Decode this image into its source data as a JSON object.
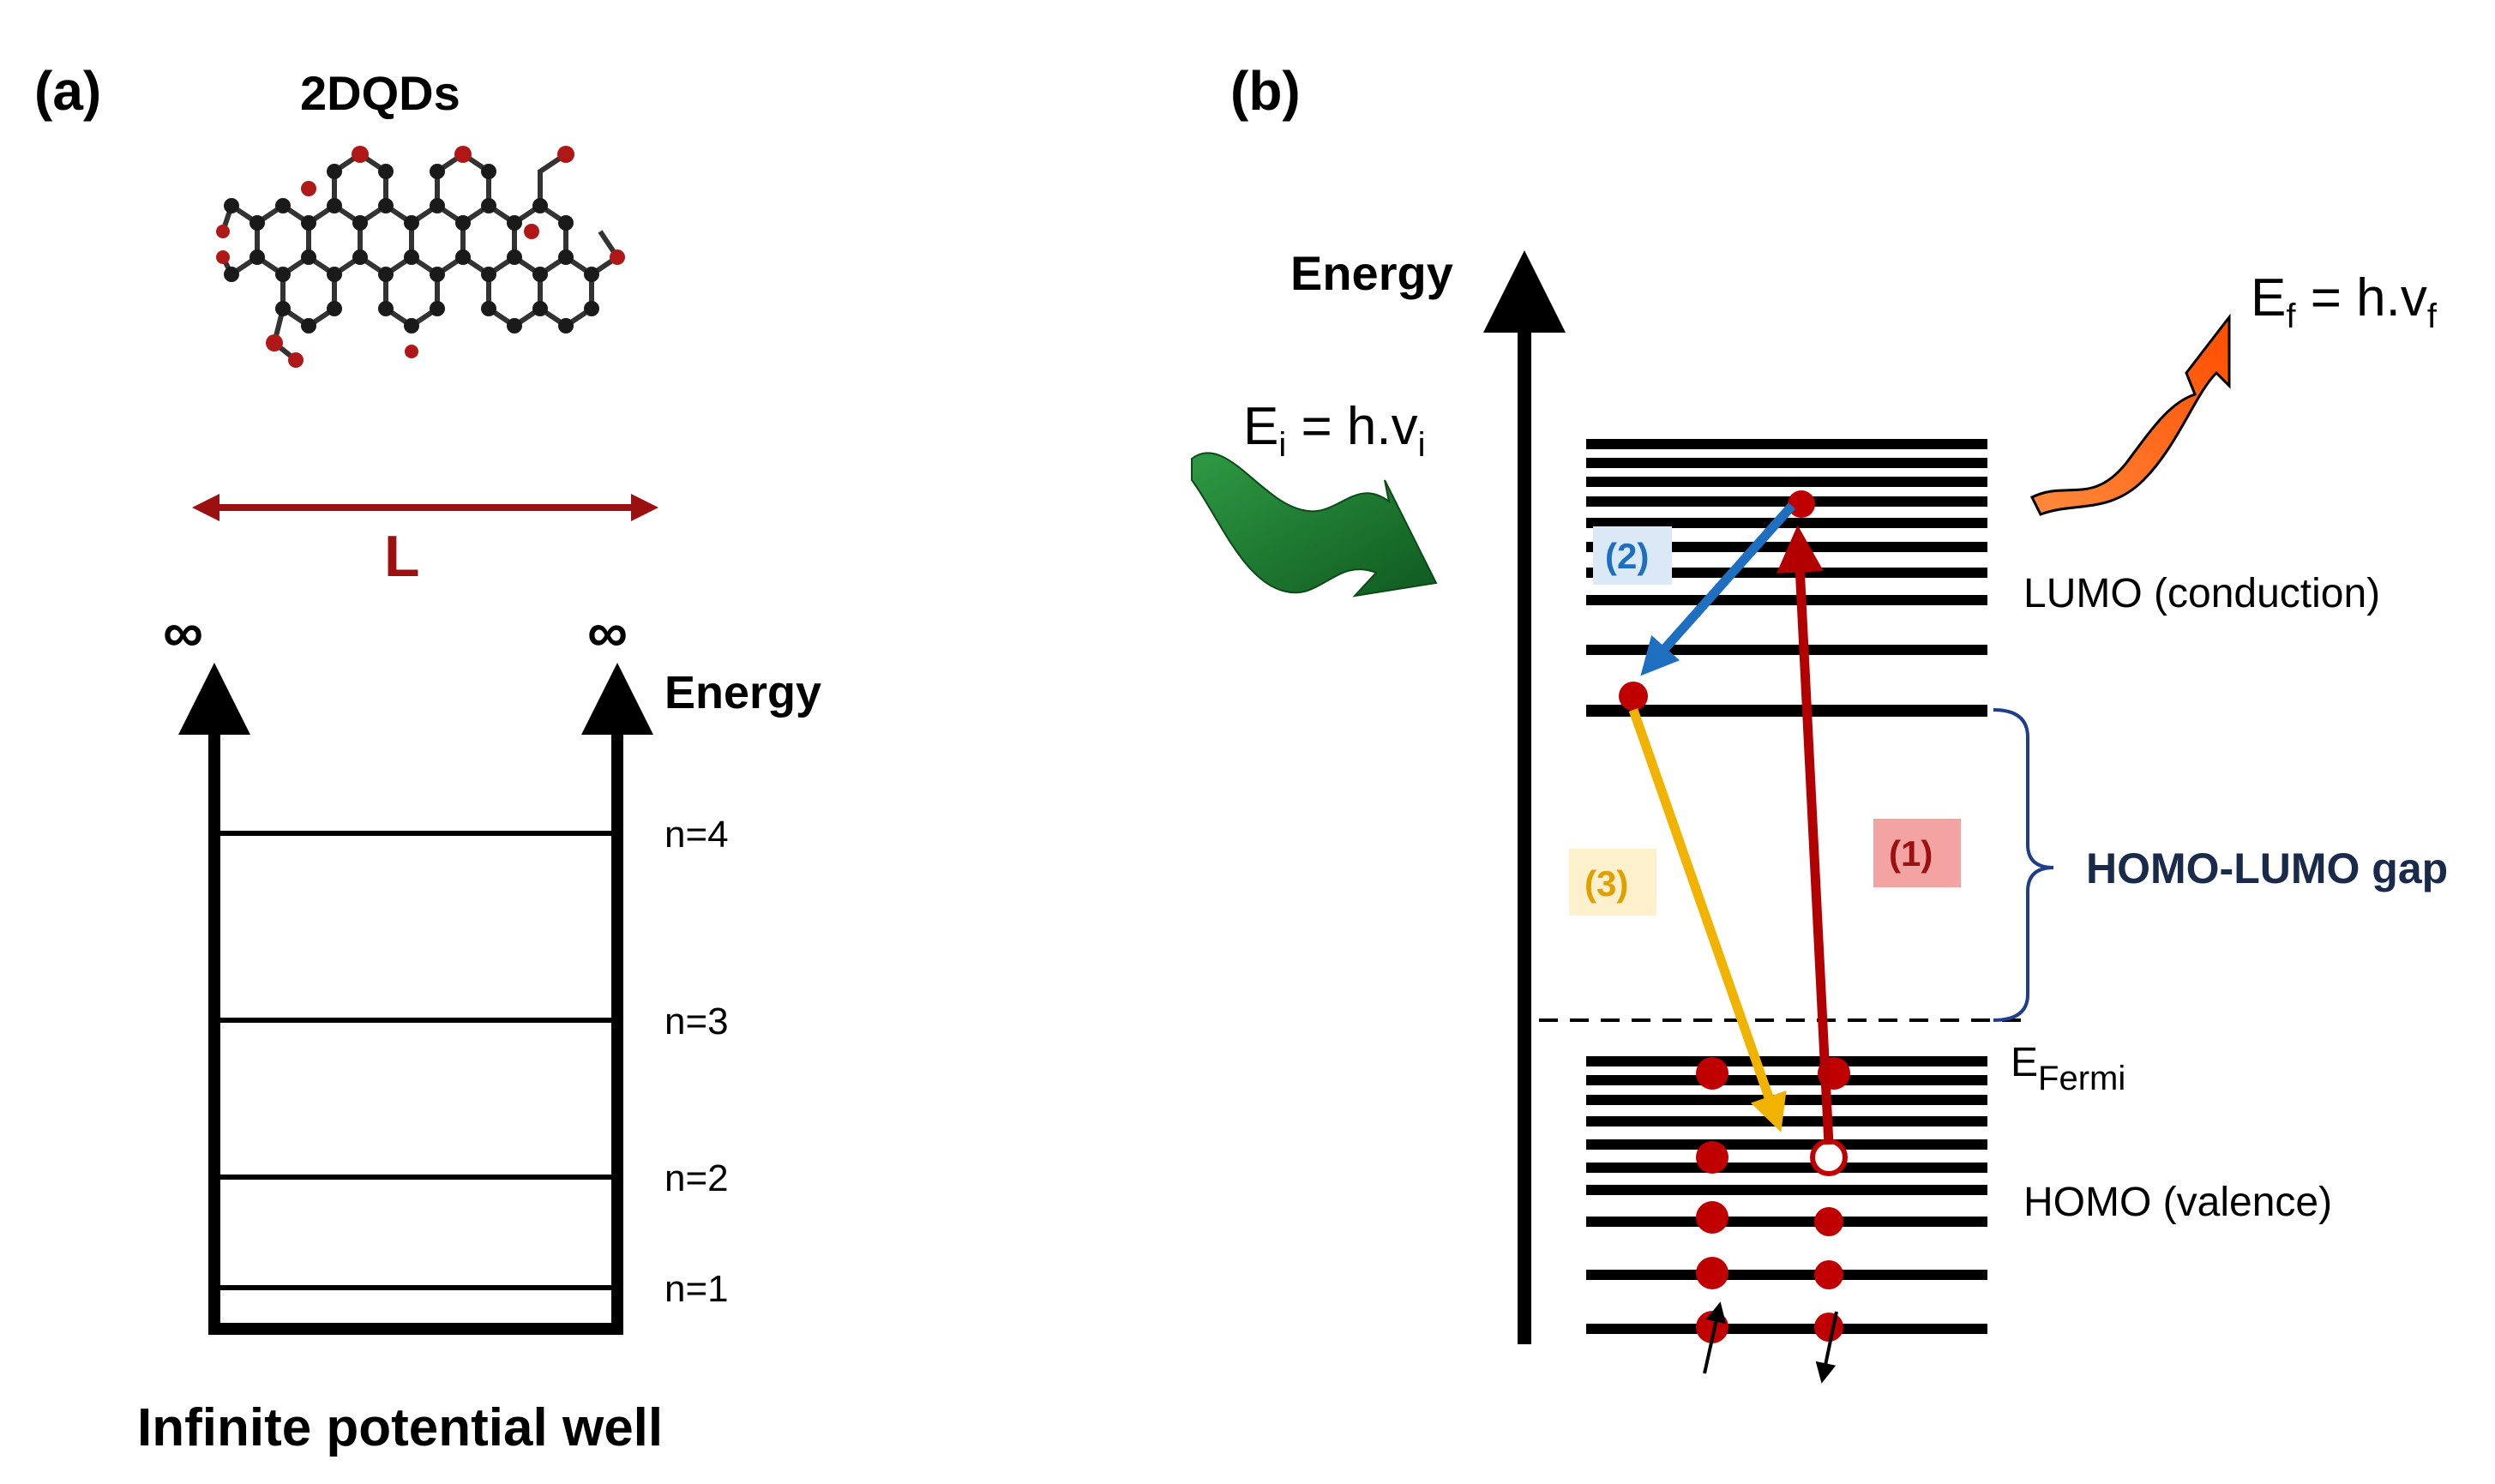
{
  "panel_a": {
    "label": "(a)",
    "molecule_title": "2DQDs",
    "length_label": "L",
    "infinity_left": "∞",
    "infinity_right": "∞",
    "energy_label": "Energy",
    "levels": [
      "n=4",
      "n=3",
      "n=2",
      "n=1"
    ],
    "caption": "Infinite potential well"
  },
  "panel_b": {
    "label": "(b)",
    "energy_label": "Energy",
    "incident_photon": {
      "main": "E",
      "sub": "i",
      "eq": " = h.v",
      "sub2": "i"
    },
    "emitted_photon": {
      "main": "E",
      "sub": "f",
      "eq": " = h.v",
      "sub2": "f"
    },
    "lumo_label": "LUMO (conduction)",
    "homo_label": "HOMO (valence)",
    "gap_label": "HOMO-LUMO gap",
    "fermi": {
      "main": "E",
      "sub": "Fermi"
    },
    "steps": [
      "(1)",
      "(2)",
      "(3)"
    ]
  },
  "colors": {
    "step1": "#b30000",
    "step2": "#1e6fc0",
    "step3": "#f2b200",
    "electron": "#c00000",
    "incident": "#1f7a2e",
    "emitted": "#ff6a1a",
    "dark_red": "#9b1010",
    "navy": "#1a2a4a"
  }
}
